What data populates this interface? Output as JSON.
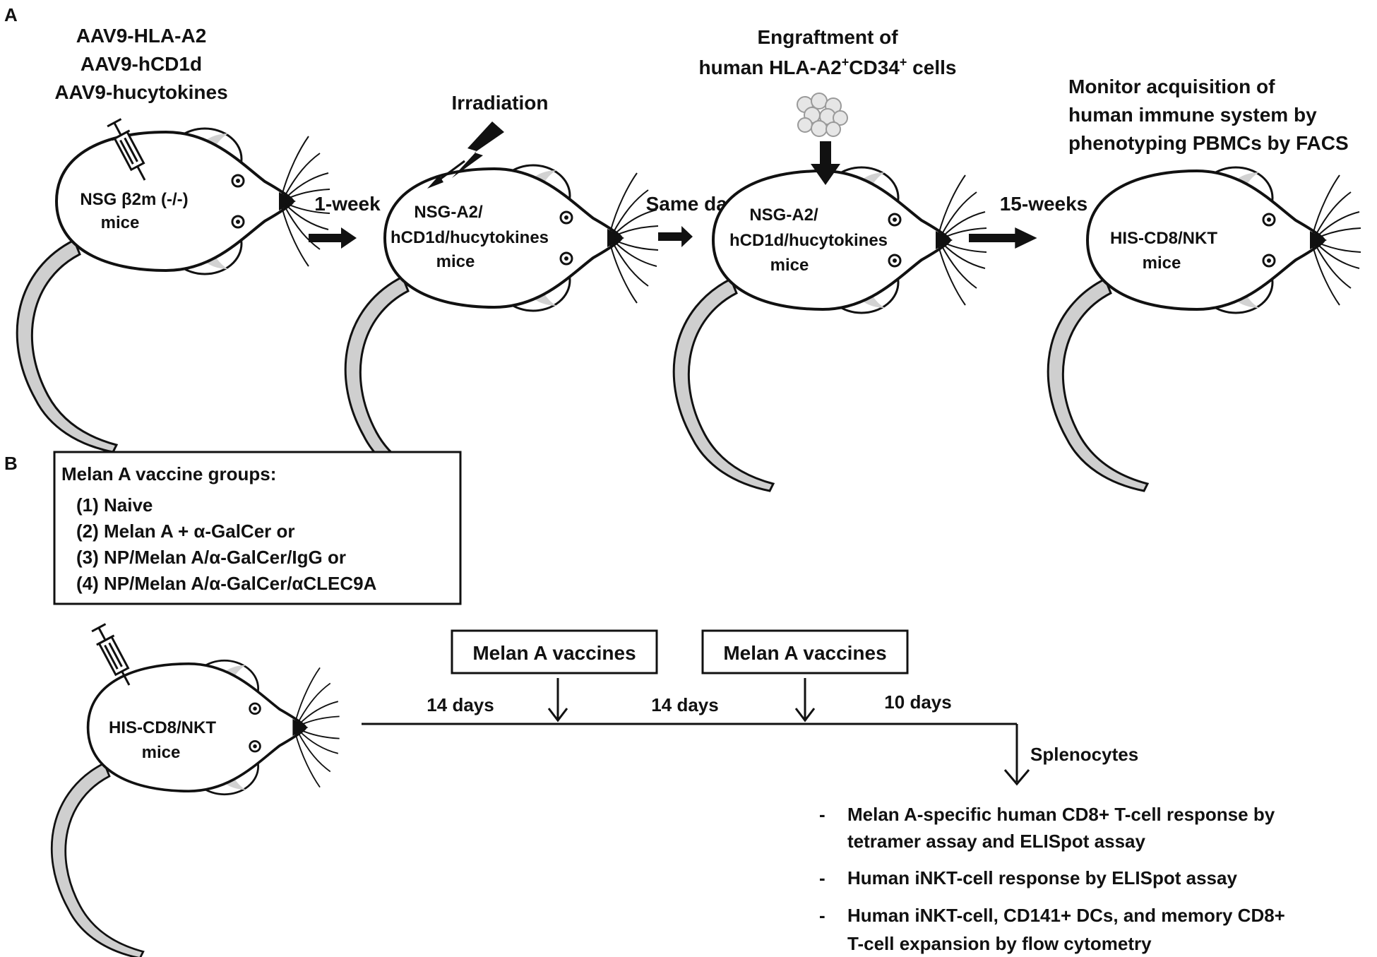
{
  "panelA": {
    "label": "A",
    "injection": [
      "AAV9-HLA-A2",
      "AAV9-hCD1d",
      "AAV9-hucytokines"
    ],
    "irradiation": "Irradiation",
    "engraftment_line1": "Engraftment of",
    "engraftment_line2_pre": "human HLA-A2",
    "engraftment_sup1": "+",
    "engraftment_mid": "CD34",
    "engraftment_sup2": "+",
    "engraftment_post": " cells",
    "monitor": [
      "Monitor acquisition of",
      "human immune system by",
      "phenotyping PBMCs by FACS"
    ],
    "steps": [
      "1-week",
      "Same day",
      "15-weeks"
    ],
    "mice": [
      [
        "NSG β2m (-/-)",
        "mice"
      ],
      [
        "NSG-A2/",
        "hCD1d/hucytokines",
        "mice"
      ],
      [
        "NSG-A2/",
        "hCD1d/hucytokines",
        "mice"
      ],
      [
        "HIS-CD8/NKT",
        "mice"
      ]
    ]
  },
  "panelB": {
    "label": "B",
    "groups_title": "Melan A vaccine groups:",
    "groups": [
      "(1) Naive",
      "(2) Melan A + α-GalCer or",
      "(3) NP/Melan A/α-GalCer/IgG or",
      "(4) NP/Melan A/α-GalCer/αCLEC9A"
    ],
    "mouse": [
      "HIS-CD8/NKT",
      "mice"
    ],
    "vaccine_box": "Melan A vaccines",
    "intervals": [
      "14 days",
      "14 days",
      "10 days"
    ],
    "splenocytes": "Splenocytes",
    "readouts": [
      [
        "Melan A-specific human  CD8+ T-cell response by",
        "tetramer assay and ELISpot assay"
      ],
      [
        "Human  iNKT-cell response by ELISpot assay"
      ],
      [
        "Human  iNKT-cell, CD141+ DCs, and memory  CD8+",
        "T-cell expansion by flow cytometry"
      ]
    ]
  }
}
